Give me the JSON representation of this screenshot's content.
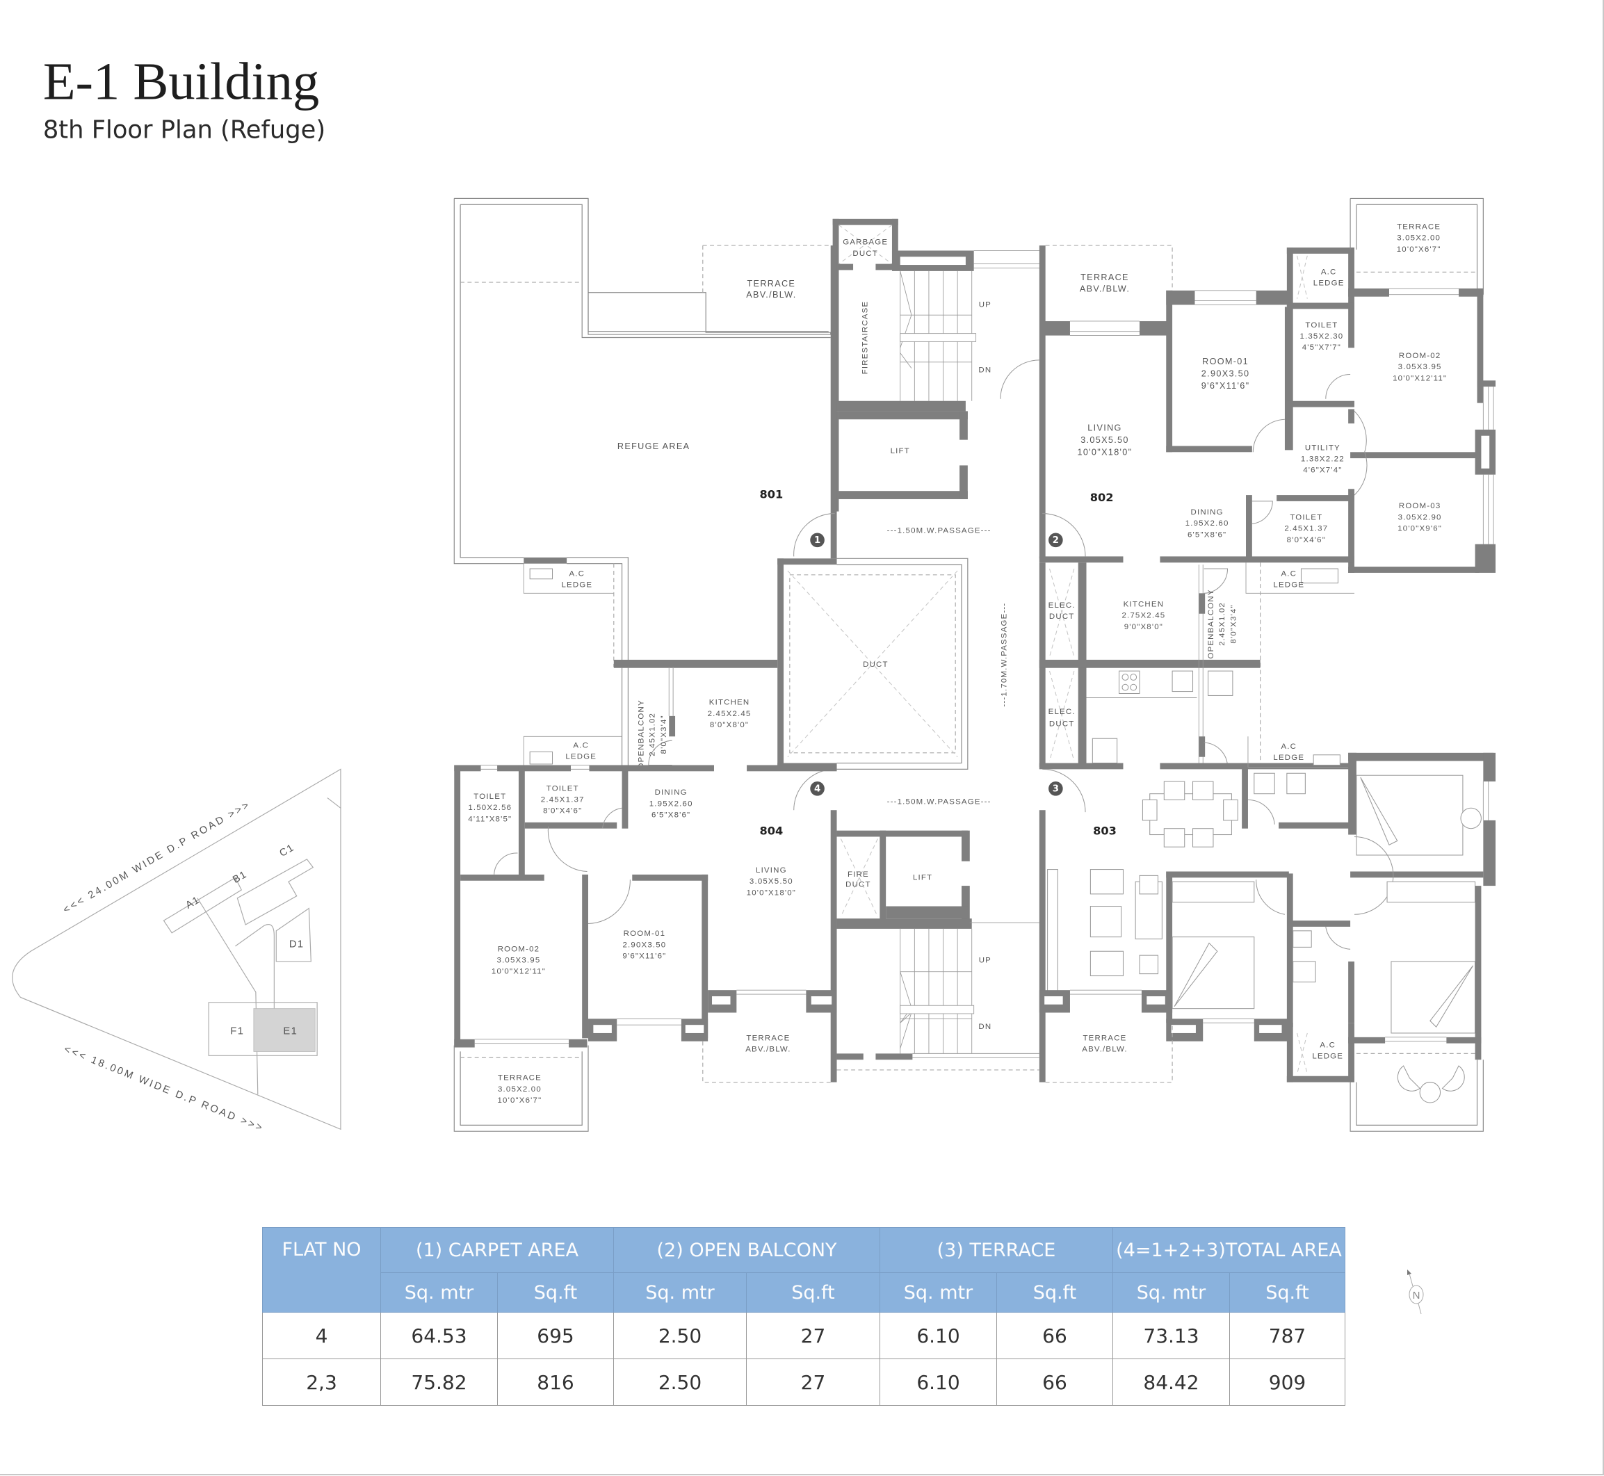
{
  "header": {
    "title": "E-1 Building",
    "subtitle": "8th Floor Plan (Refuge)"
  },
  "floor_plan": {
    "flats": [
      {
        "id": "801",
        "entrance_badge": "1"
      },
      {
        "id": "802",
        "entrance_badge": "2"
      },
      {
        "id": "803",
        "entrance_badge": "3"
      },
      {
        "id": "804",
        "entrance_badge": "4"
      }
    ],
    "core": {
      "garbage_duct": [
        "GARBAGE",
        "DUCT"
      ],
      "fire_staircase": "FIRESTAIRCASE",
      "stair_up": "UP",
      "stair_dn": "DN",
      "lift": "LIFT",
      "duct": "DUCT",
      "fire_duct": [
        "FIRE",
        "DUCT"
      ],
      "passage_top": "---1.50M.W.PASSAGE---",
      "passage_bottom": "---1.50M.W.PASSAGE---",
      "passage_vertical": "---1.70M.W.PASSAGE---",
      "elec_duct": [
        "ELEC.",
        "DUCT"
      ]
    },
    "rooms_801": {
      "refuge_area": "REFUGE AREA",
      "terrace": [
        "TERRACE",
        "ABV./BLW."
      ],
      "ac_ledge": [
        "A.C",
        "LEDGE"
      ]
    },
    "rooms_802": {
      "terrace_top": [
        "TERRACE",
        "ABV./BLW."
      ],
      "living": [
        "LIVING",
        "3.05X5.50",
        "10'0\"X18'0\""
      ],
      "room_01": [
        "ROOM-01",
        "2.90X3.50",
        "9'6\"X11'6\""
      ],
      "toilet_1": [
        "TOILET",
        "1.35X2.30",
        "4'5\"X7'7\""
      ],
      "ac_ledge_top": [
        "A.C",
        "LEDGE"
      ],
      "terrace_corner": [
        "TERRACE",
        "3.05X2.00",
        "10'0\"X6'7\""
      ],
      "room_02": [
        "ROOM-02",
        "3.05X3.95",
        "10'0\"X12'11\""
      ],
      "utility": [
        "UTILITY",
        "1.38X2.22",
        "4'6\"X7'4\""
      ],
      "dining": [
        "DINING",
        "1.95X2.60",
        "6'5\"X8'6\""
      ],
      "toilet_2": [
        "TOILET",
        "2.45X1.37",
        "8'0\"X4'6\""
      ],
      "room_03": [
        "ROOM-03",
        "3.05X2.90",
        "10'0\"X9'6\""
      ],
      "ac_ledge_mid": [
        "A.C",
        "LEDGE"
      ],
      "kitchen": [
        "KITCHEN",
        "2.75X2.45",
        "9'0\"X8'0\""
      ],
      "open_balcony": [
        "OPENBALCONY",
        "2.45X1.02",
        "8'0\"X3'4\""
      ]
    },
    "rooms_804": {
      "open_balcony": [
        "OPENBALCONY",
        "2.45X1.02",
        "8'0\"X3'4\""
      ],
      "kitchen": [
        "KITCHEN",
        "2.45X2.45",
        "8'0\"X8'0\""
      ],
      "ac_ledge": [
        "A.C",
        "LEDGE"
      ],
      "toilet_1": [
        "TOILET",
        "1.50X2.56",
        "4'11\"X8'5\""
      ],
      "toilet_2": [
        "TOILET",
        "2.45X1.37",
        "8'0\"X4'6\""
      ],
      "dining": [
        "DINING",
        "1.95X2.60",
        "6'5\"X8'6\""
      ],
      "living": [
        "LIVING",
        "3.05X5.50",
        "10'0\"X18'0\""
      ],
      "room_02": [
        "ROOM-02",
        "3.05X3.95",
        "10'0\"X12'11\""
      ],
      "room_01": [
        "ROOM-01",
        "2.90X3.50",
        "9'6\"X11'6\""
      ],
      "terrace_bottom": [
        "TERRACE",
        "ABV./BLW."
      ],
      "terrace_corner": [
        "TERRACE",
        "3.05X2.00",
        "10'0\"X6'7\""
      ]
    },
    "rooms_803": {
      "ac_ledge_top": [
        "A.C",
        "LEDGE"
      ],
      "ac_ledge_bottom": [
        "A.C",
        "LEDGE"
      ],
      "terrace_bottom": [
        "TERRACE",
        "ABV./BLW."
      ]
    }
  },
  "key_plan": {
    "road_north": "<<< 24.00M WIDE D.P ROAD >>>",
    "road_south": "<<< 18.00M WIDE D.P ROAD >>>",
    "buildings": [
      "A1",
      "B1",
      "C1",
      "D1",
      "F1",
      "E1"
    ],
    "highlighted": "E1",
    "highlight_color": "#d4d4d4"
  },
  "area_table": {
    "header_color": "#8ab2dd",
    "groups": [
      "FLAT NO",
      "(1) CARPET AREA",
      "(2) OPEN BALCONY",
      "(3) TERRACE",
      "(4=1+2+3)TOTAL AREA"
    ],
    "units": [
      "Sq. mtr",
      "Sq.ft",
      "Sq. mtr",
      "Sq.ft",
      "Sq. mtr",
      "Sq.ft",
      "Sq. mtr",
      "Sq.ft"
    ],
    "rows": [
      {
        "flat_no": "4",
        "carpet_sqm": "64.53",
        "carpet_sqft": "695",
        "balcony_sqm": "2.50",
        "balcony_sqft": "27",
        "terrace_sqm": "6.10",
        "terrace_sqft": "66",
        "total_sqm": "73.13",
        "total_sqft": "787"
      },
      {
        "flat_no": "2,3",
        "carpet_sqm": "75.82",
        "carpet_sqft": "816",
        "balcony_sqm": "2.50",
        "balcony_sqft": "27",
        "terrace_sqm": "6.10",
        "terrace_sqft": "66",
        "total_sqm": "84.42",
        "total_sqft": "909"
      }
    ]
  },
  "north_arrow": {
    "label": "N"
  }
}
